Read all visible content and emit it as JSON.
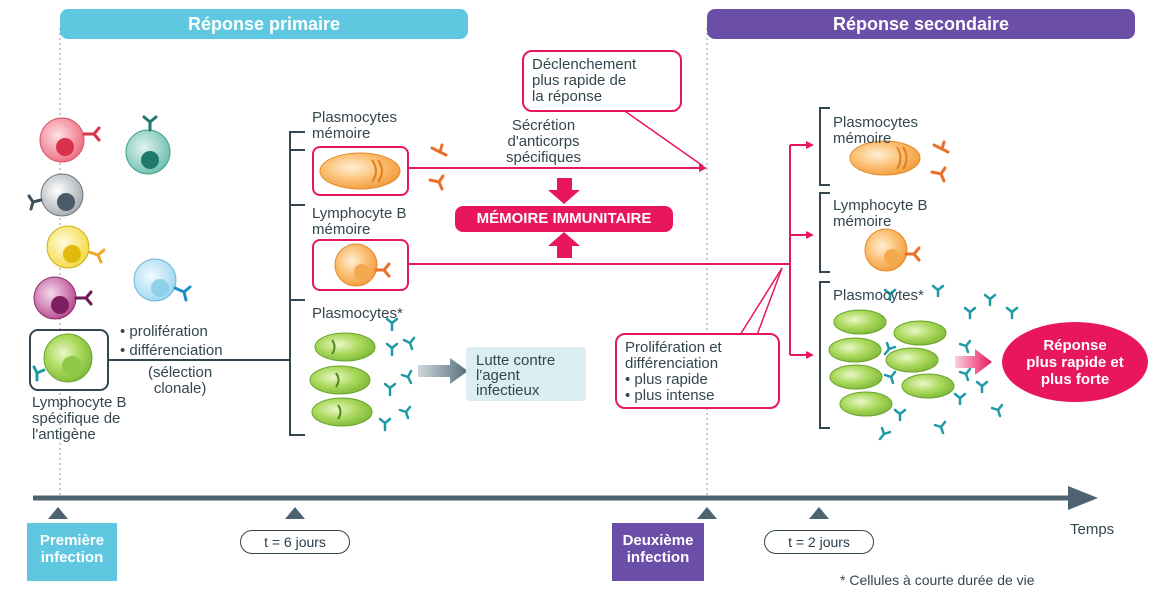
{
  "header": {
    "primary": "Réponse primaire",
    "secondary": "Réponse secondaire"
  },
  "primary": {
    "proliferation": "• prolifération",
    "differenciation": "• différenciation",
    "selection": "(sélection\nclonale)",
    "lymphocyte_specifique": "Lymphocyte B\nspécifique de\nl'antigène",
    "plasmocytes_memoire": "Plasmocytes\nmémoire",
    "lymphocyte_memoire": "Lymphocyte B\nmémoire",
    "plasmocytes": "Plasmocytes*",
    "secretion": "Sécrétion\nd'anticorps\nspécifiques",
    "lutte": "Lutte contre\nl'agent\ninfectieux"
  },
  "center": {
    "declenchement": "Déclenchement\nplus rapide de\nla réponse",
    "memoire_immunitaire": "MÉMOIRE IMMUNITAIRE",
    "proliferation_box": "Prolifération et\ndifférenciation\n• plus rapide\n• plus intense"
  },
  "secondary": {
    "plasmocytes_memoire": "Plasmocytes\nmémoire",
    "lymphocyte_memoire": "Lymphocyte B\nmémoire",
    "plasmocytes": "Plasmocytes*",
    "reponse": "Réponse\nplus rapide et\nplus forte"
  },
  "timeline": {
    "premiere_infection": "Première\ninfection",
    "t6": "t = 6 jours",
    "deuxieme_infection": "Deuxième\ninfection",
    "t2": "t = 2 jours",
    "temps": "Temps",
    "footnote": "* Cellules à courte durée de vie"
  },
  "colors": {
    "primary_banner": "#5fc7df",
    "secondary_banner": "#6b4ea8",
    "accent_pink": "#e8175d",
    "plasmocyte_green": "#8cc63f",
    "memory_orange": "#f7a24a",
    "antibody_teal": "#1c9aa6",
    "timeline": "#4d6370"
  }
}
